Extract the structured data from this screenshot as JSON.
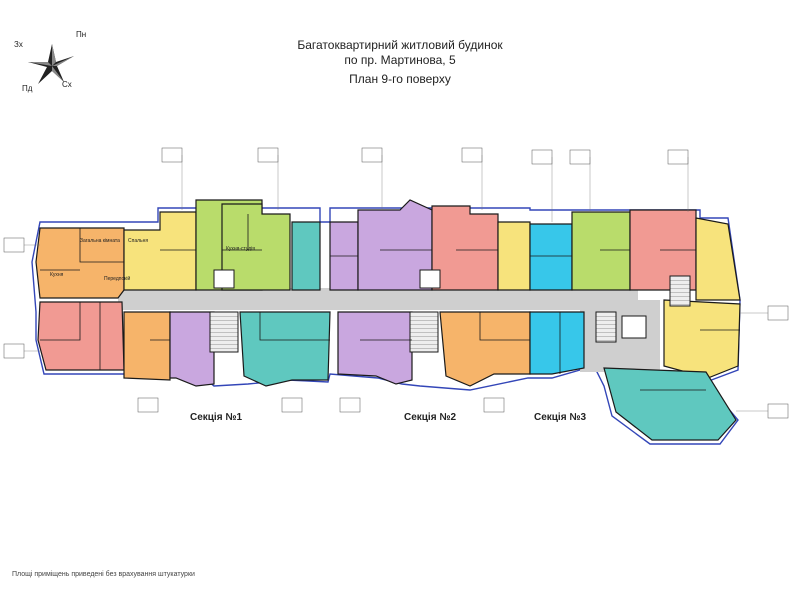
{
  "header": {
    "line1": "Багатоквартирний житловий будинок",
    "line2": "по пр. Мартинова, 5",
    "line3": "План 9-го поверху"
  },
  "compass": {
    "n": "Пн",
    "s": "Пд",
    "e": "Сх",
    "w": "Зх"
  },
  "sections": [
    "Секція №1",
    "Секція №2",
    "Секція №3"
  ],
  "footnote": "Площі приміщень приведені без врахування штукатурки",
  "room_labels": {
    "living": "Загальна кімната",
    "kitchen": "Кухня",
    "kitchen_studio": "Кухня-студія",
    "bedroom": "Спальня",
    "hall": "Передпокій"
  },
  "colors": {
    "orange": "#f6b46a",
    "yellow": "#f7e37c",
    "green": "#b9dc6b",
    "pink": "#f19a93",
    "violet": "#c9a7df",
    "teal": "#5fc8bf",
    "cyan": "#37c7ea",
    "corridor": "#cfcfcf",
    "wall": "#1a1a1a",
    "outline": "#3346b8"
  }
}
